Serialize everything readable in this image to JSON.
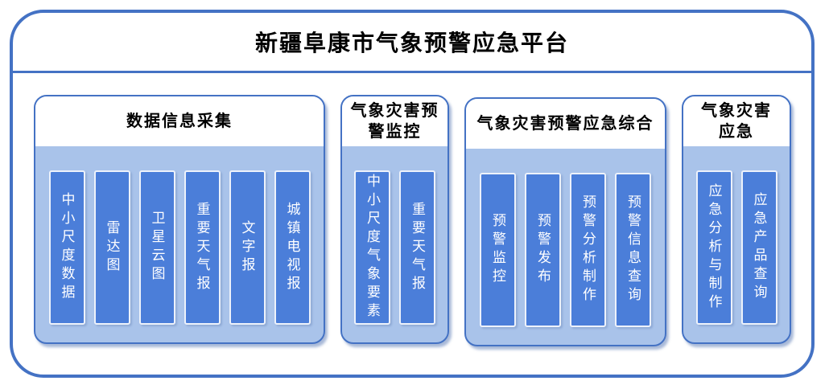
{
  "title": "新疆阜康市气象预警应急平台",
  "colors": {
    "frame_border": "#4472C4",
    "panel_fill": "#A9C3EA",
    "panel_header_fill": "#FFFFFF",
    "bar_fill": "#4B7ED9",
    "bar_border": "#EDF2FB",
    "bar_text": "#FFFFFF",
    "title_text": "#000000"
  },
  "panels": [
    {
      "header": "数据信息采集",
      "items": [
        "中小尺度数据",
        "雷达图",
        "卫星云图",
        "重要天气报",
        "文字报",
        "城镇电视报"
      ]
    },
    {
      "header": "气象灾害预警监控",
      "items": [
        "中小尺度气象要素",
        "重要天气报"
      ]
    },
    {
      "header": "气象灾害预警应急综合",
      "items": [
        "预警监控",
        "预警发布",
        "预警分析制作",
        "预警信息查询"
      ]
    },
    {
      "header": "气象灾害应急",
      "items": [
        "应急分析与制作",
        "应急产品查询"
      ]
    }
  ]
}
